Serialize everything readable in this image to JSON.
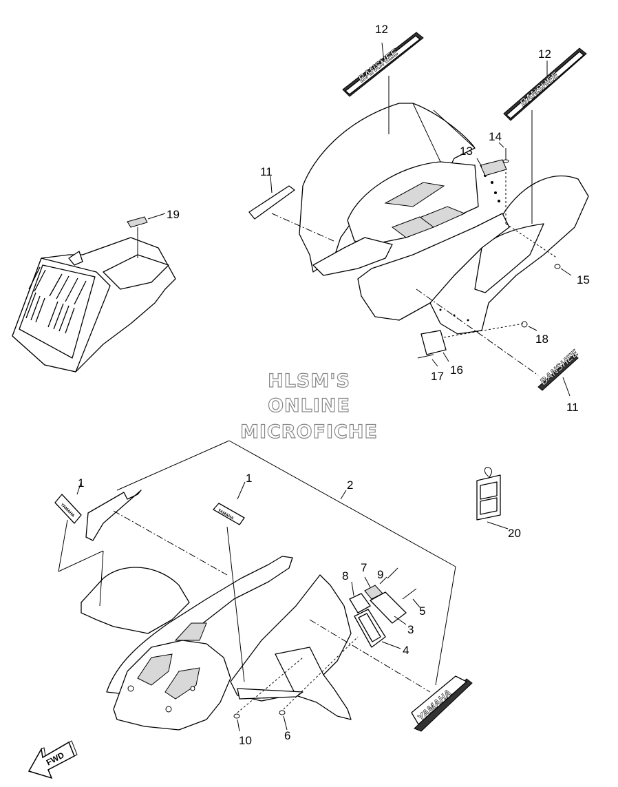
{
  "watermark": {
    "line1": "HLSM'S",
    "line2": "ONLINE",
    "line3": "MICROFICHE"
  },
  "decal_text": {
    "brand": "YAMAHA",
    "model": "BANSHEE",
    "fwd": "FWD"
  },
  "callouts": {
    "c1a": "1",
    "c1b": "1",
    "c2": "2",
    "c3": "3",
    "c4": "4",
    "c5": "5",
    "c6": "6",
    "c7": "7",
    "c8": "8",
    "c9": "9",
    "c10": "10",
    "c11a": "11",
    "c11b": "11",
    "c12a": "12",
    "c12b": "12",
    "c13": "13",
    "c14": "14",
    "c15": "15",
    "c16": "16",
    "c17": "17",
    "c18": "18",
    "c19": "19",
    "c20": "20"
  }
}
